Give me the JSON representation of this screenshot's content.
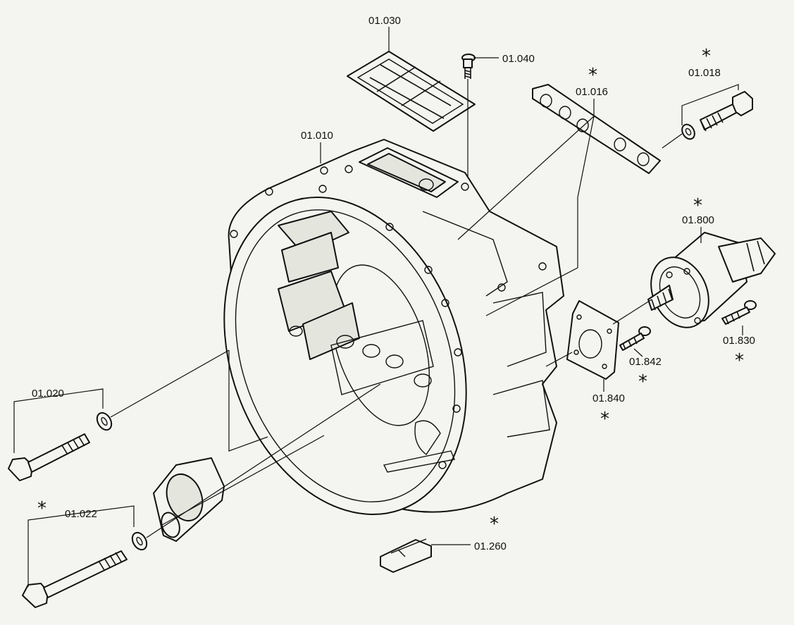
{
  "labels": {
    "l01030": "01.030",
    "l01040": "01.040",
    "l01018": "01.018",
    "l01016": "01.016",
    "l01010": "01.010",
    "l01800": "01.800",
    "l01830": "01.830",
    "l01842": "01.842",
    "l01840": "01.840",
    "l01020": "01.020",
    "l01022": "01.022",
    "l01260": "01.260"
  },
  "marker": "*",
  "colors": {
    "background": "#f4f5f0",
    "ink": "#111111"
  }
}
